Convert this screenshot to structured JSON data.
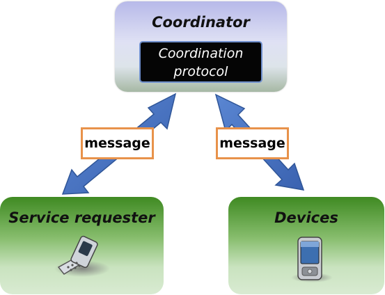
{
  "coordinator": {
    "title": "Coordinator",
    "protocol_line1": "Coordination",
    "protocol_line2": "protocol"
  },
  "service_requester": {
    "title": "Service requester",
    "icon": "flip-phone-icon"
  },
  "devices": {
    "title": "Devices",
    "icon": "pda-icon"
  },
  "messages": {
    "left_label": "message",
    "right_label": "message"
  },
  "colors": {
    "arrow": "#4470c1",
    "message_border": "#e8924a",
    "green": "#3f8a22",
    "coordinator_top": "#b7b9e9"
  }
}
